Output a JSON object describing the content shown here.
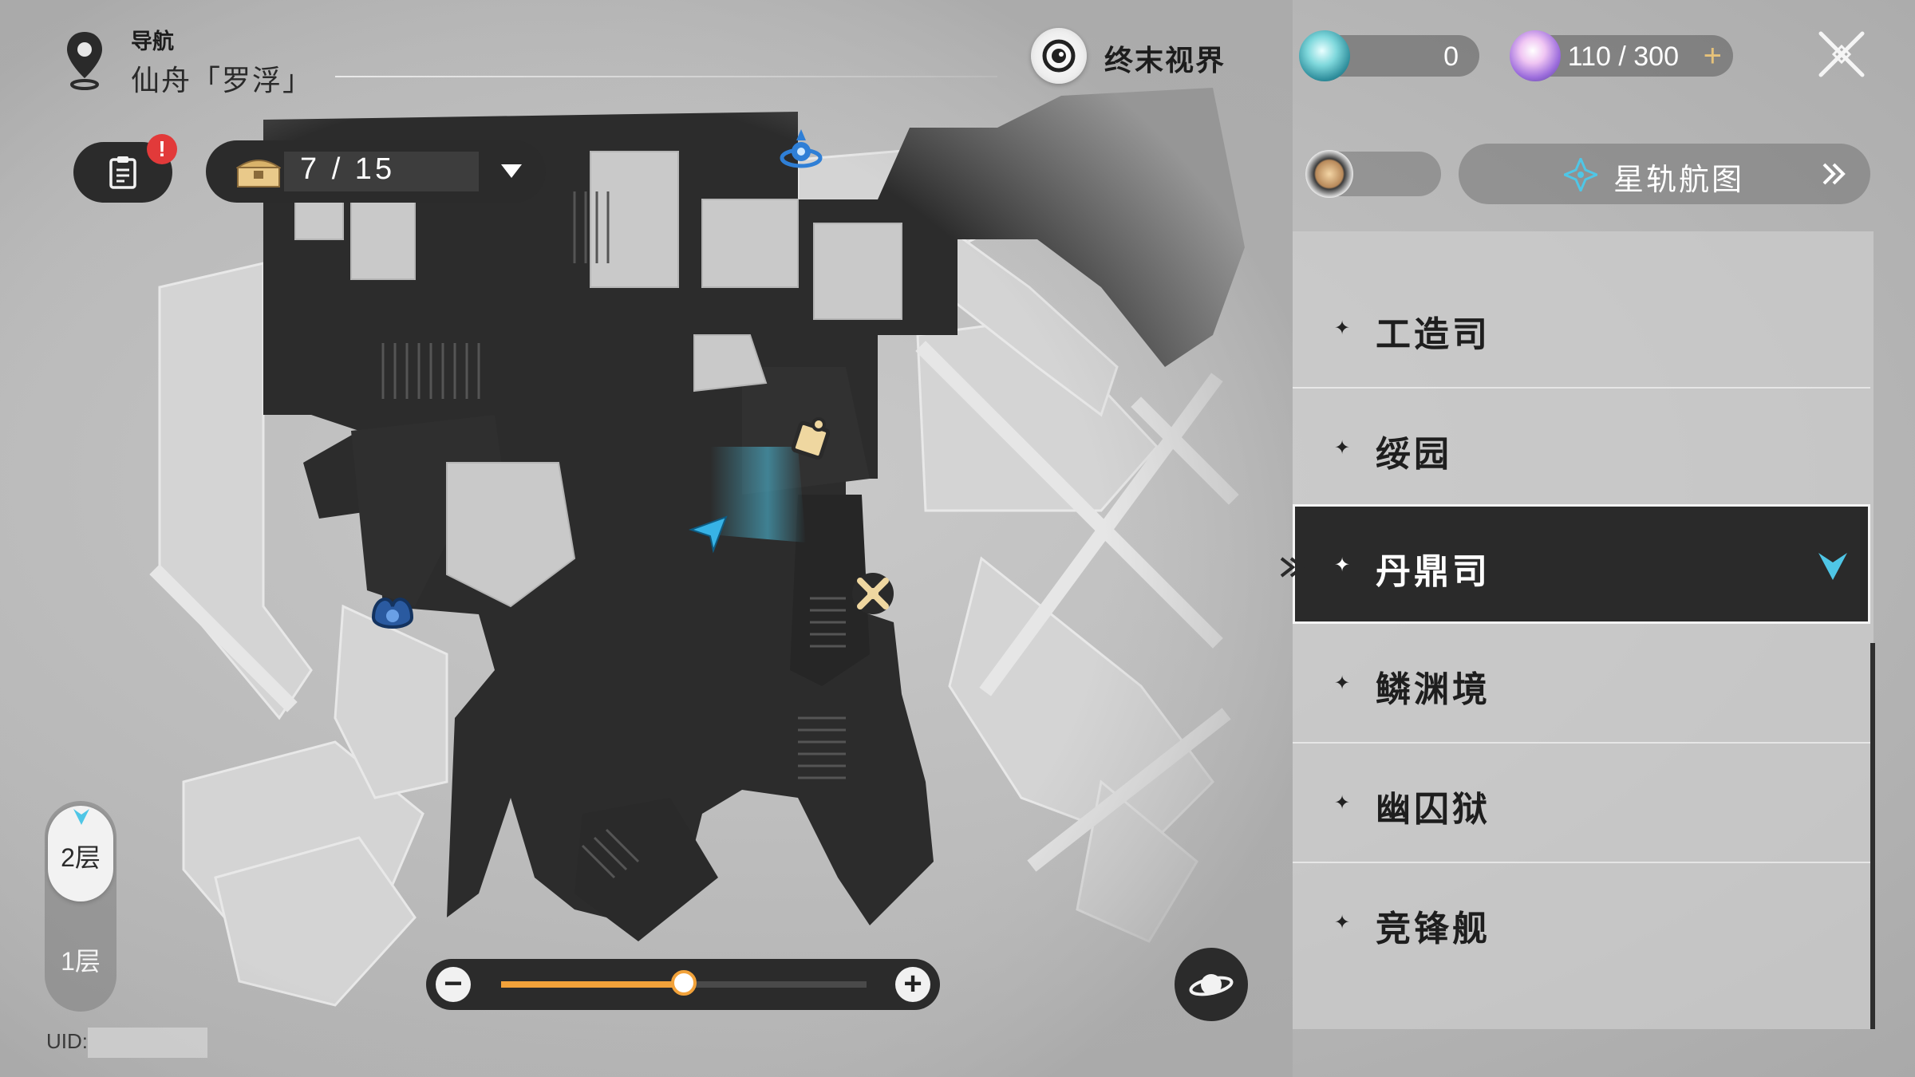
{
  "location": {
    "subtitle": "导航",
    "title": "仙舟「罗浮」"
  },
  "realm": {
    "label": "终末视界",
    "icon": "eye-ring-icon"
  },
  "currencies": [
    {
      "icon": "trailblaze-fuel-icon",
      "value": "0",
      "color": "#5ec7cf"
    },
    {
      "icon": "trailblaze-power-icon",
      "value": "110 / 300",
      "color": "#b08ae8"
    }
  ],
  "treasure": {
    "count": "7 / 15"
  },
  "star_rail_map": {
    "label": "星轨航图"
  },
  "areas": [
    {
      "name": "工造司",
      "selected": false
    },
    {
      "name": "绥园",
      "selected": false
    },
    {
      "name": "丹鼎司",
      "selected": true
    },
    {
      "name": "鳞渊境",
      "selected": false
    },
    {
      "name": "幽囚狱",
      "selected": false
    },
    {
      "name": "竞锋舰",
      "selected": false
    }
  ],
  "floors": {
    "active": "2层",
    "other": "1层"
  },
  "uid": {
    "label": "UID:"
  },
  "zoom": {
    "level": 0.5,
    "accent": "#f2a23a"
  },
  "map": {
    "markers": [
      {
        "name": "space-anchor-icon"
      },
      {
        "name": "puzzle-icon"
      },
      {
        "name": "player-position-icon"
      },
      {
        "name": "combat-challenge-icon"
      },
      {
        "name": "calyx-icon"
      }
    ]
  }
}
